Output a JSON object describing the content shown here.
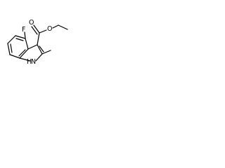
{
  "molecule": {
    "atoms": {
      "fluorine": "F",
      "carbonyl_oxygen": "O",
      "ester_oxygen": "O",
      "nitrogen_h": "H",
      "nitrogen": "N"
    }
  },
  "colors": {
    "bond": "#000000",
    "text": "#000000",
    "background": "#ffffff"
  }
}
